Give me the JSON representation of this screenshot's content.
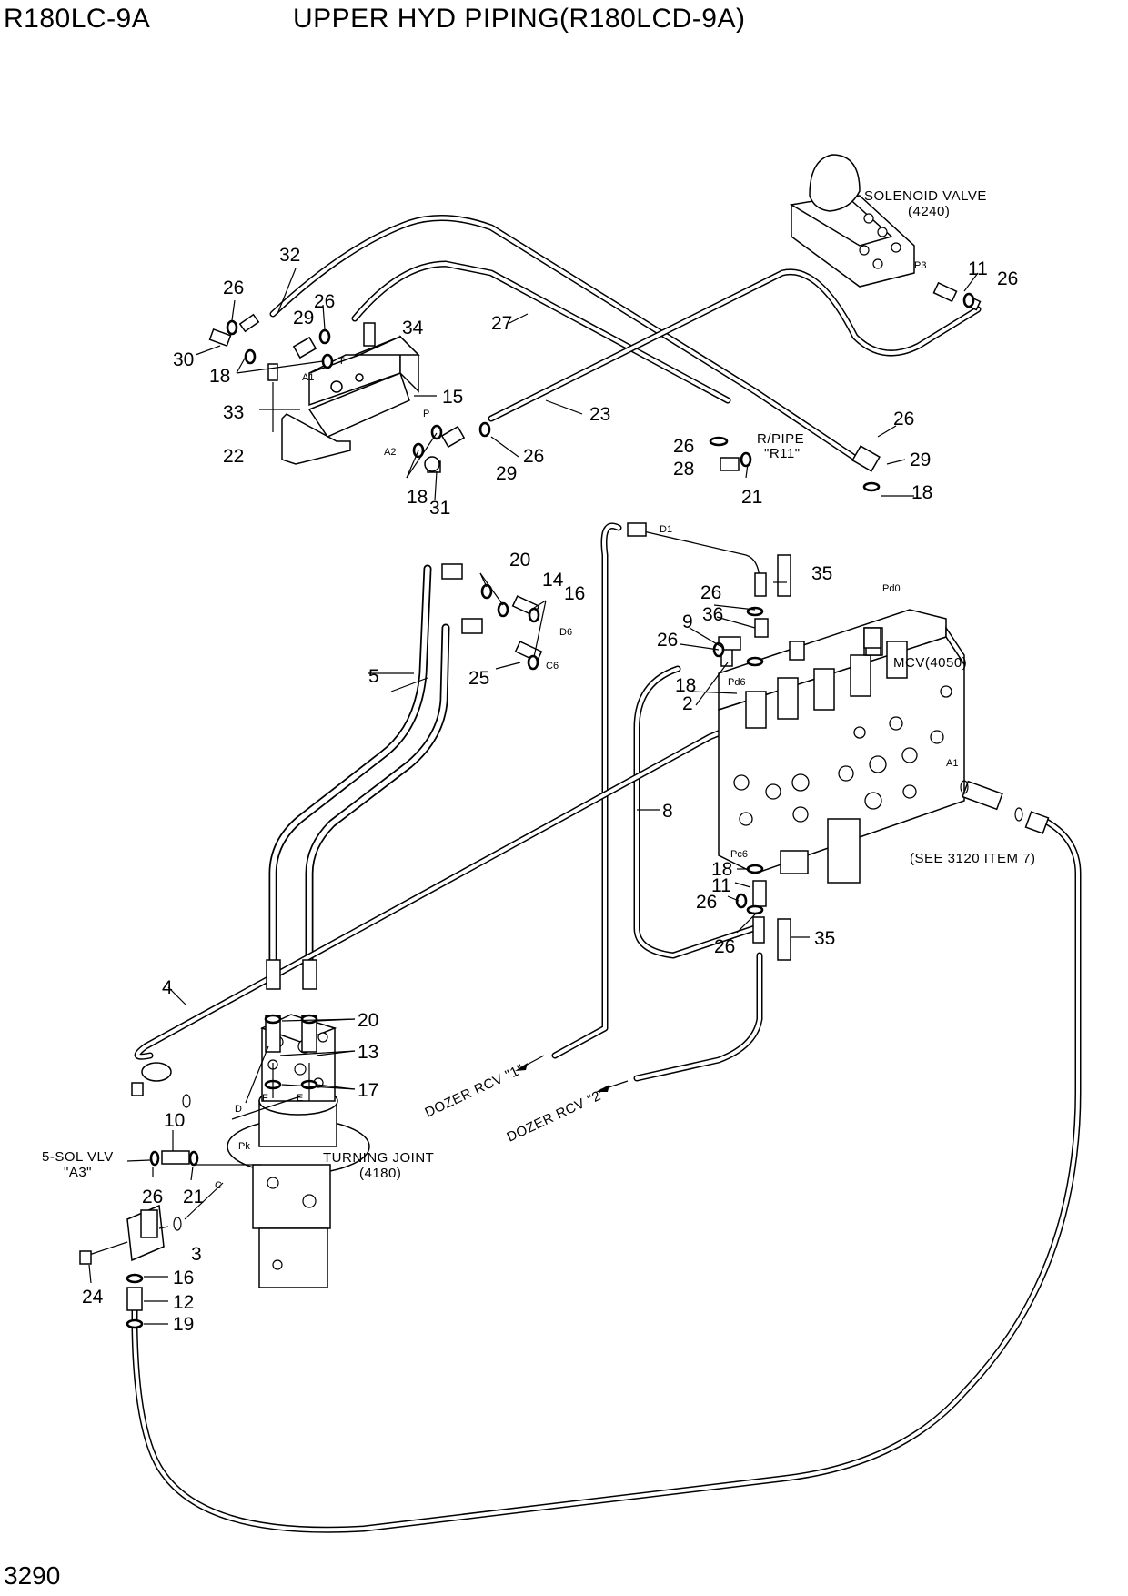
{
  "header": {
    "model": "R180LC-9A",
    "title": "UPPER HYD PIPING(R180LCD-9A)"
  },
  "footer": {
    "page_number": "3290"
  },
  "component_labels": {
    "solenoid_valve": "SOLENOID VALVE",
    "solenoid_valve_ref": "(4240)",
    "mcv": "MCV(4050)",
    "turning_joint": "TURNING JOINT",
    "turning_joint_ref": "(4180)",
    "r_pipe": "R/PIPE",
    "r_pipe_ref": "\"R11\"",
    "see_ref": "(SEE 3120 ITEM 7)",
    "sol_vlv": "5-SOL VLV",
    "sol_vlv_ref": "\"A3\"",
    "dozer_rcv_1": "DOZER RCV \"1\"",
    "dozer_rcv_2": "DOZER RCV \"2\""
  },
  "port_labels": {
    "p3": "P3",
    "t": "T",
    "a1_valve": "A1",
    "p": "P",
    "a2": "A2",
    "d1": "D1",
    "d6": "D6",
    "c6": "C6",
    "pd0": "Pd0",
    "pd6": "Pd6",
    "a1_mcv": "A1",
    "pc6": "Pc6",
    "d": "D",
    "f": "F",
    "e": "E",
    "pk": "Pk",
    "c": "C"
  },
  "callouts": {
    "c32": "32",
    "c26a": "26",
    "c29a": "29",
    "c26b": "26",
    "c34": "34",
    "c27": "27",
    "c30": "30",
    "c18a": "18",
    "c15": "15",
    "c33": "33",
    "c23": "23",
    "c22": "22",
    "c26c": "26",
    "c29b": "29",
    "c18b": "18",
    "c31": "31",
    "c11a": "11",
    "c26d": "26",
    "c26e": "26",
    "c29c": "29",
    "c26f": "26",
    "c28": "28",
    "c21a": "21",
    "c18c": "18",
    "c20a": "20",
    "c14": "14",
    "c16a": "16",
    "c35a": "35",
    "c26g": "26",
    "c9": "9",
    "c36": "36",
    "c26h": "26",
    "c5": "5",
    "c25": "25",
    "c18d": "18",
    "c2": "2",
    "c8": "8",
    "c18e": "18",
    "c11b": "11",
    "c26i": "26",
    "c26j": "26",
    "c35b": "35",
    "c4": "4",
    "c20b": "20",
    "c13": "13",
    "c17": "17",
    "c10": "10",
    "c26k": "26",
    "c21b": "21",
    "c3": "3",
    "c24": "24",
    "c16b": "16",
    "c12": "12",
    "c19": "19"
  }
}
